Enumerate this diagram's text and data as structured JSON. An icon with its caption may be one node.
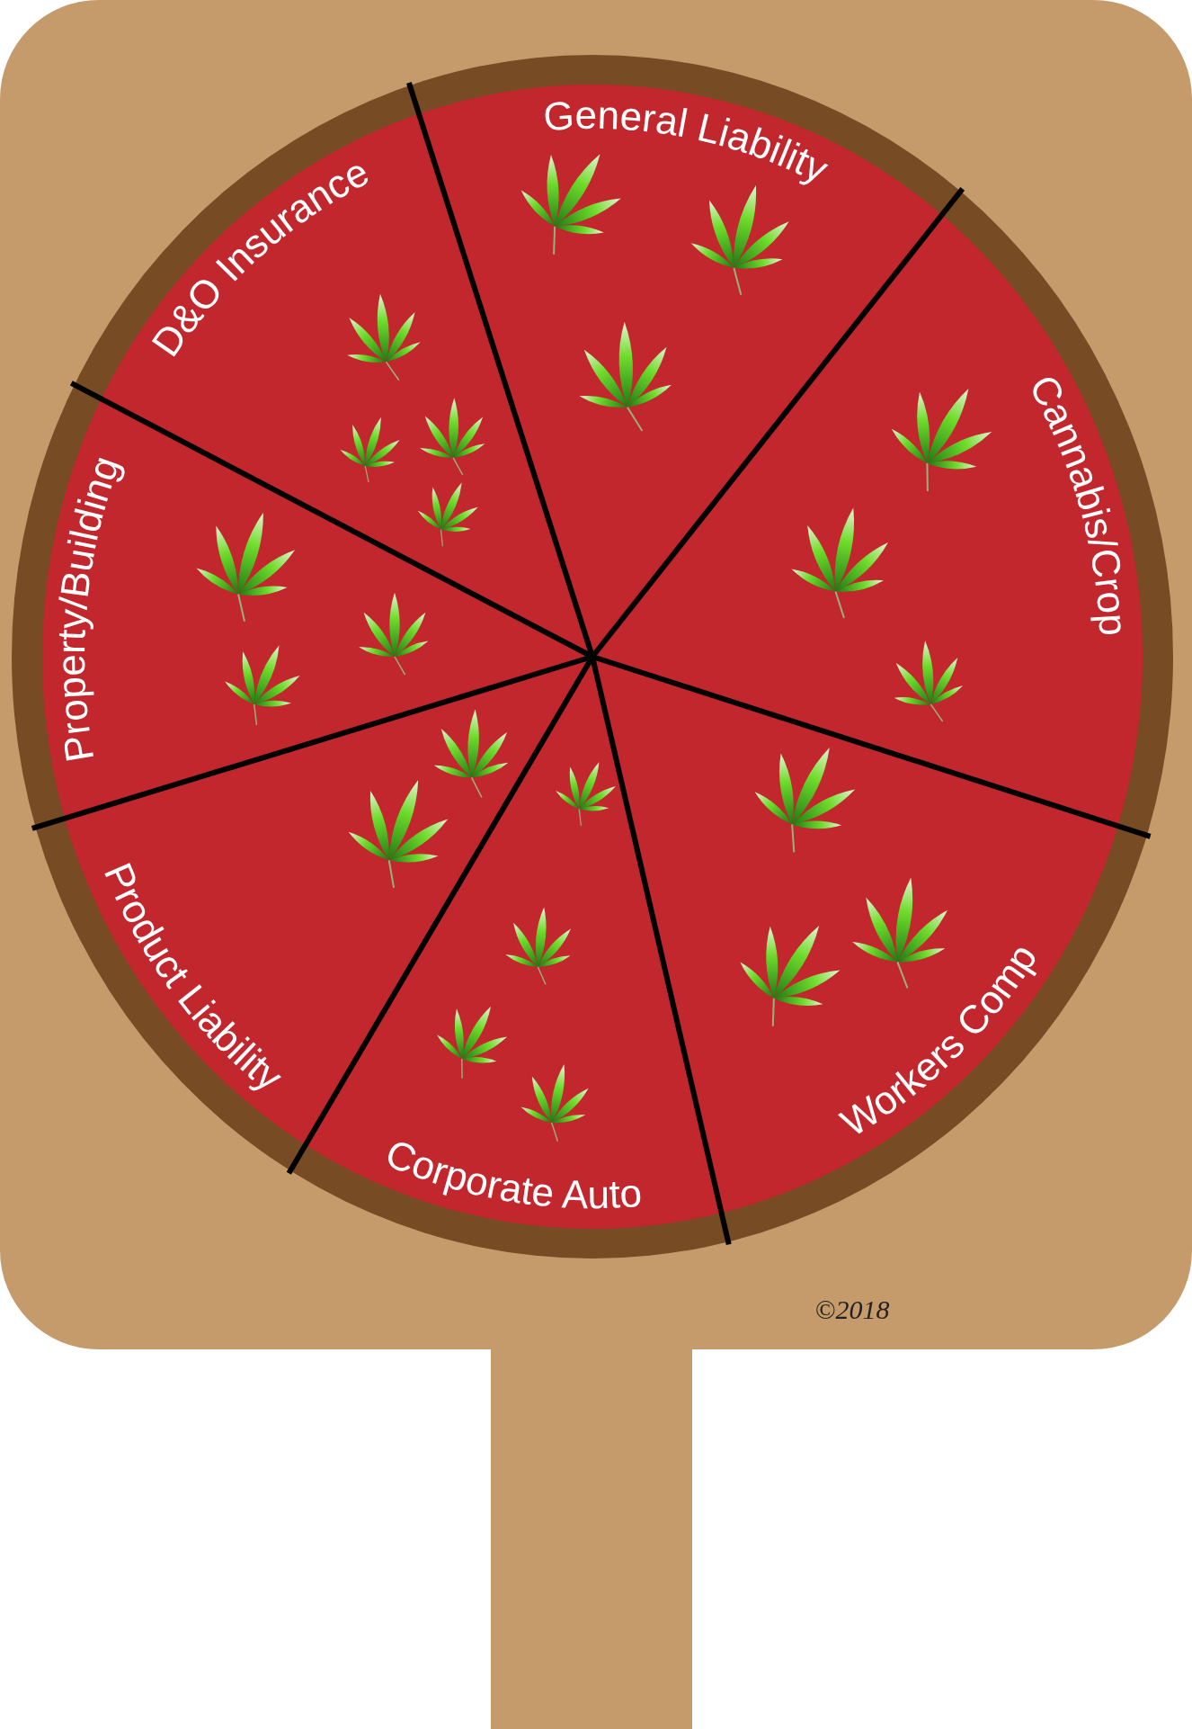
{
  "diagram": {
    "nodes": [
      {
        "text": [
          "D&O Insurance"
        ]
      },
      {
        "text": [
          "General Liability"
        ]
      },
      {
        "text": [
          "Cannabis/Crop"
        ]
      },
      {
        "text": [
          "Workers Comp"
        ]
      },
      {
        "text": [
          "Corporate Auto"
        ]
      },
      {
        "text": [
          "Product Liability"
        ]
      },
      {
        "text": [
          "Property/Building"
        ]
      }
    ],
    "labels": [
      "©2018"
    ]
  }
}
